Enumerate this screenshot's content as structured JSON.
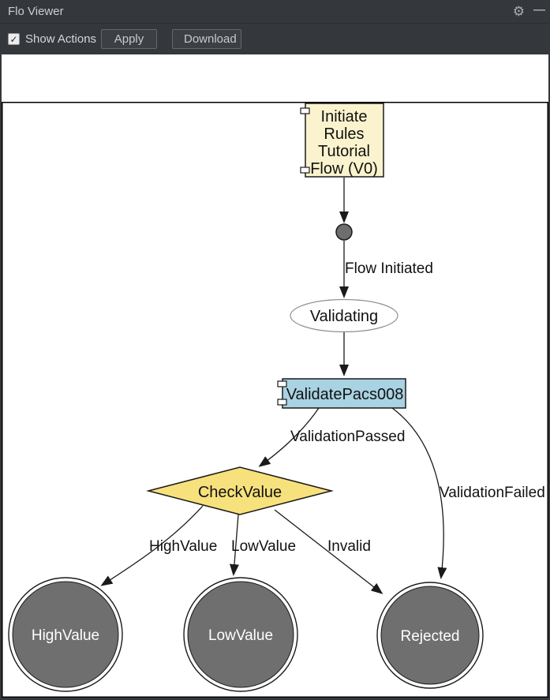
{
  "window": {
    "title": "Flo Viewer"
  },
  "icons": {
    "gear": "⚙",
    "minimize": "—",
    "check": "✓"
  },
  "toolbar": {
    "show_actions_label": "Show Actions",
    "show_actions_checked": true,
    "apply_label": "Apply",
    "download_label": "Download"
  },
  "colors": {
    "chrome_bg": "#34383C",
    "diagram_bg": "#FFFFFF",
    "start_node_fill": "#FAF3CD",
    "task_node_fill": "#A9D2E2",
    "decision_node_fill": "#F6E17C",
    "end_state_fill": "#6F6F6F",
    "edge_color": "#1A1A1A"
  },
  "diagram": {
    "nodes": {
      "start": {
        "lines": [
          "Initiate",
          "Rules",
          "Tutorial",
          "Flow (V0)"
        ]
      },
      "validating": {
        "label": "Validating"
      },
      "validate_pacs008": {
        "label": "ValidatePacs008"
      },
      "check_value": {
        "label": "CheckValue"
      },
      "high_value": {
        "label": "HighValue"
      },
      "low_value": {
        "label": "LowValue"
      },
      "rejected": {
        "label": "Rejected"
      }
    },
    "edges": {
      "flow_initiated": "Flow Initiated",
      "validation_passed": "ValidationPassed",
      "validation_failed": "ValidationFailed",
      "high_value": "HighValue",
      "low_value": "LowValue",
      "invalid": "Invalid"
    }
  }
}
